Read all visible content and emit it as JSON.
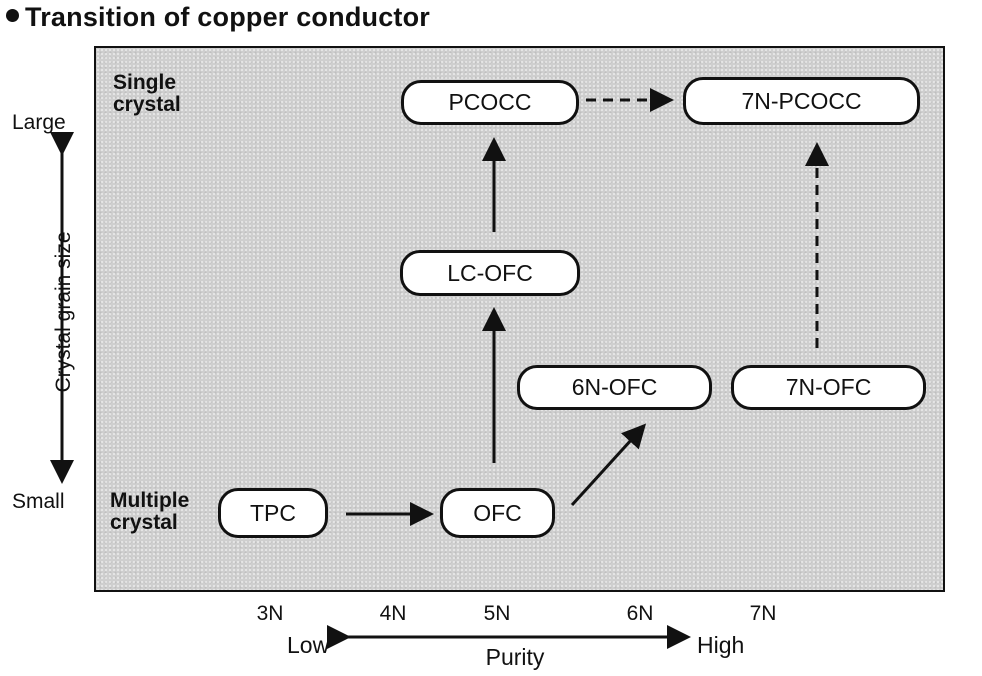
{
  "title": "Transition of copper conductor",
  "y_axis": {
    "label": "Crystal grain size",
    "high": "Large",
    "low": "Small",
    "top_category": [
      "Single",
      "crystal"
    ],
    "bottom_category": [
      "Multiple",
      "crystal"
    ]
  },
  "x_axis": {
    "label": "Purity",
    "low": "Low",
    "high": "High",
    "ticks": [
      "3N",
      "4N",
      "5N",
      "6N",
      "7N"
    ]
  },
  "nodes": {
    "pcocc": "PCOCC",
    "pcocc7n": "7N-PCOCC",
    "lcofc": "LC-OFC",
    "ofc6n": "6N-OFC",
    "ofc7n": "7N-OFC",
    "tpc": "TPC",
    "ofc": "OFC"
  },
  "edges": [
    {
      "from": "TPC",
      "to": "OFC",
      "style": "solid"
    },
    {
      "from": "OFC",
      "to": "LC-OFC",
      "style": "solid"
    },
    {
      "from": "OFC",
      "to": "6N-OFC",
      "style": "solid"
    },
    {
      "from": "LC-OFC",
      "to": "PCOCC",
      "style": "solid"
    },
    {
      "from": "PCOCC",
      "to": "7N-PCOCC",
      "style": "dashed"
    },
    {
      "from": "7N-OFC",
      "to": "7N-PCOCC",
      "style": "dashed"
    }
  ]
}
